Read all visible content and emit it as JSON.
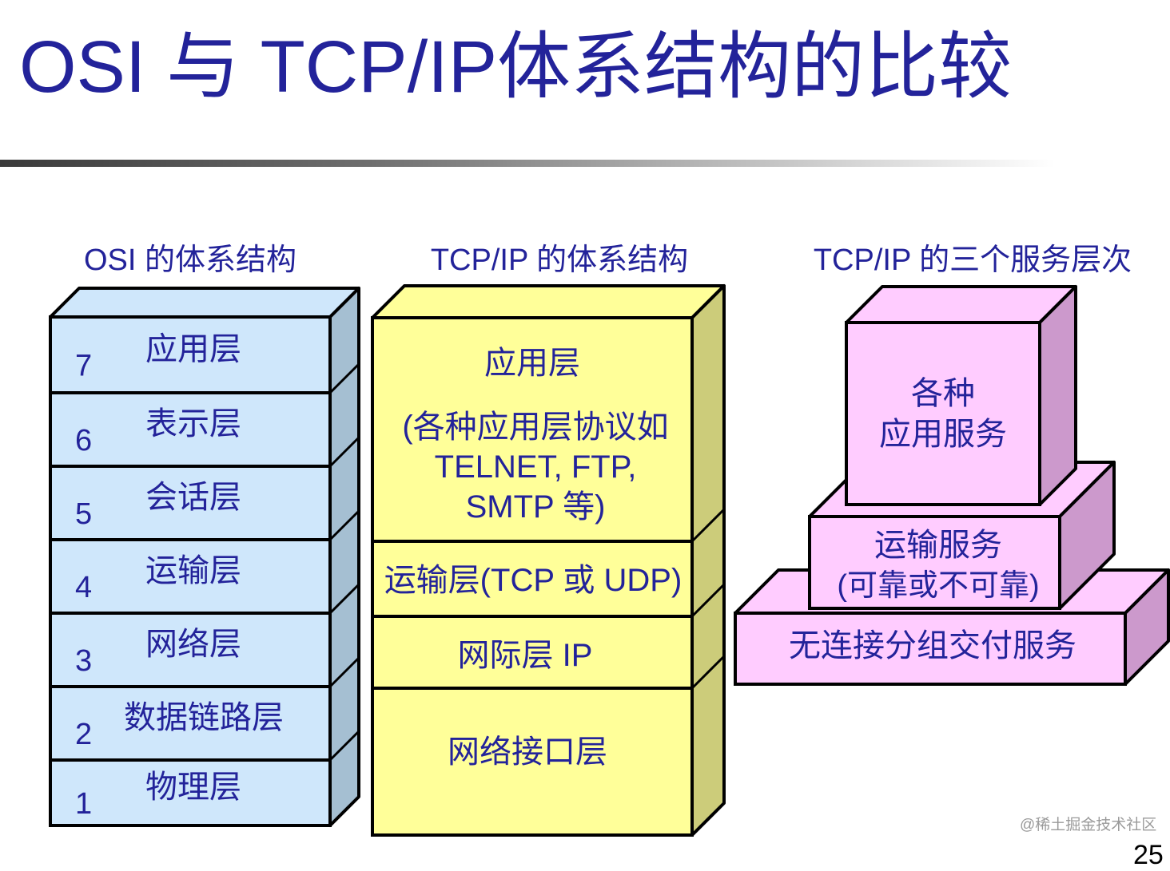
{
  "title": "OSI 与 TCP/IP体系结构的比较",
  "columns": {
    "osi_heading": "OSI 的体系结构",
    "tcpip_heading": "TCP/IP 的体系结构",
    "services_heading": "TCP/IP 的三个服务层次"
  },
  "osi_layers": [
    {
      "num": "7",
      "name": "应用层"
    },
    {
      "num": "6",
      "name": "表示层"
    },
    {
      "num": "5",
      "name": "会话层"
    },
    {
      "num": "4",
      "name": "运输层"
    },
    {
      "num": "3",
      "name": "网络层"
    },
    {
      "num": "2",
      "name": "数据链路层"
    },
    {
      "num": "1",
      "name": "物理层"
    }
  ],
  "tcpip_layers": {
    "application": {
      "title": "应用层",
      "lines": [
        "(各种应用层协议如",
        "TELNET, FTP,",
        "SMTP 等)"
      ]
    },
    "transport": "运输层(TCP 或 UDP)",
    "internet": "网际层 IP",
    "network_interface": "网络接口层"
  },
  "services": {
    "top": [
      "各种",
      "应用服务"
    ],
    "middle": [
      "运输服务",
      "(可靠或不可靠)"
    ],
    "bottom": "无连接分组交付服务"
  },
  "colors": {
    "title": "#23239a",
    "osi_front": "#cfe7fb",
    "osi_side": "#a5bfd2",
    "tcpip_front": "#ffff99",
    "tcpip_side": "#cccc7a",
    "service_front": "#ffccff",
    "service_side": "#cc99cc",
    "edge": "#000000"
  },
  "watermark": "@稀土掘金技术社区",
  "page_number": "25"
}
